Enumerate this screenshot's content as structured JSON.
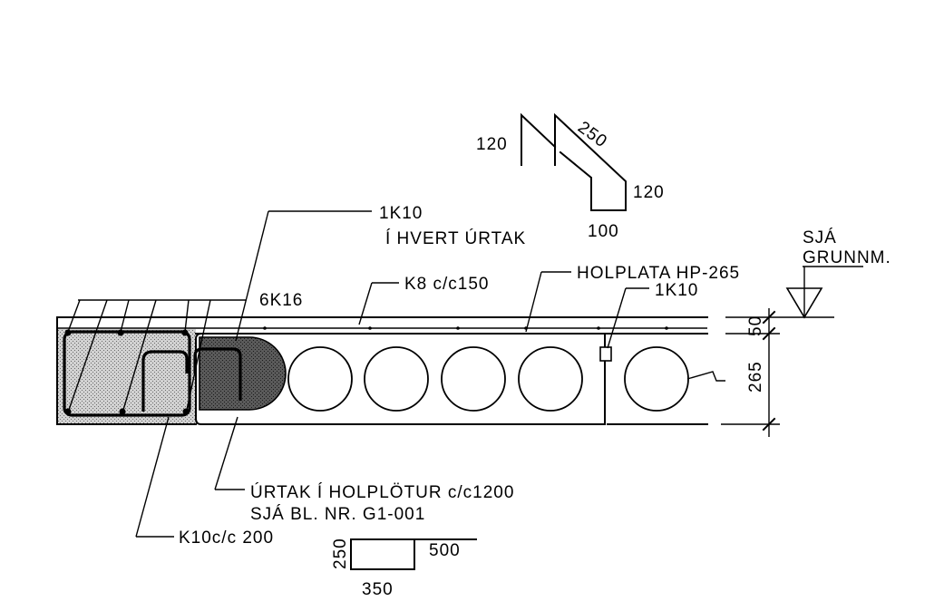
{
  "drawing": {
    "bent_bar": {
      "dim_left": "120",
      "dim_diagonal": "250",
      "dim_right": "120",
      "dim_bottom": "100"
    },
    "labels": {
      "k10_each_core": "1K10",
      "each_core": "Í HVERT ÚRTAK",
      "see": "SJÁ",
      "foundation": "GRUNNM.",
      "six_k16": "6K16",
      "mesh": "K8 c/c150",
      "hollowcore": "HOLPLATA HP-265",
      "joint_bar": "1K10",
      "cores": "ÚRTAK Í HOLPLÖTUR c/c1200",
      "see_sheet": "SJÁ BL. NR. G1-001",
      "stirrups": "K10c/c 200"
    },
    "dimensions": {
      "topping": "50",
      "slab": "265"
    },
    "stirrup_shape": {
      "height": "250",
      "leg": "500",
      "width": "350"
    },
    "colors": {
      "line": "#000000",
      "concrete_hatch": "#cfcfcf",
      "grout_hatch": "#4a4a4a"
    }
  }
}
